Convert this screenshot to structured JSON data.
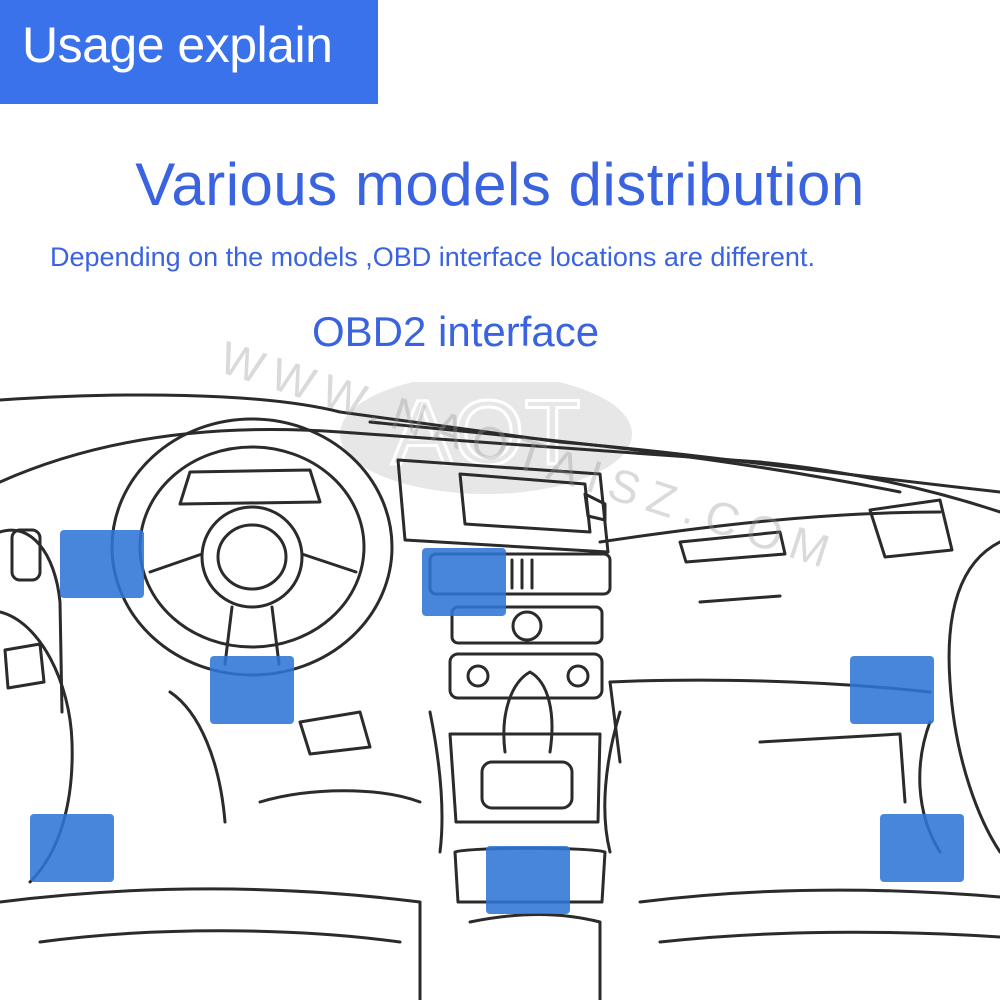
{
  "header": {
    "title": "Usage explain"
  },
  "headline": "Various models distribution",
  "subline": "Depending on the models ,OBD interface locations are different.",
  "label": "OBD2 interface",
  "watermark": {
    "logo_text": "AOT",
    "url_text": "WWW.NAOTAISZ.COM"
  },
  "markers": [
    {
      "name": "location-left-vent"
    },
    {
      "name": "location-center-console"
    },
    {
      "name": "location-under-steering"
    },
    {
      "name": "location-right-dash"
    },
    {
      "name": "location-left-footwell"
    },
    {
      "name": "location-center-tunnel"
    },
    {
      "name": "location-right-footwell"
    }
  ],
  "colors": {
    "accent": "#3a72ec",
    "text": "#3a63e0",
    "marker": "#2f75d6"
  }
}
